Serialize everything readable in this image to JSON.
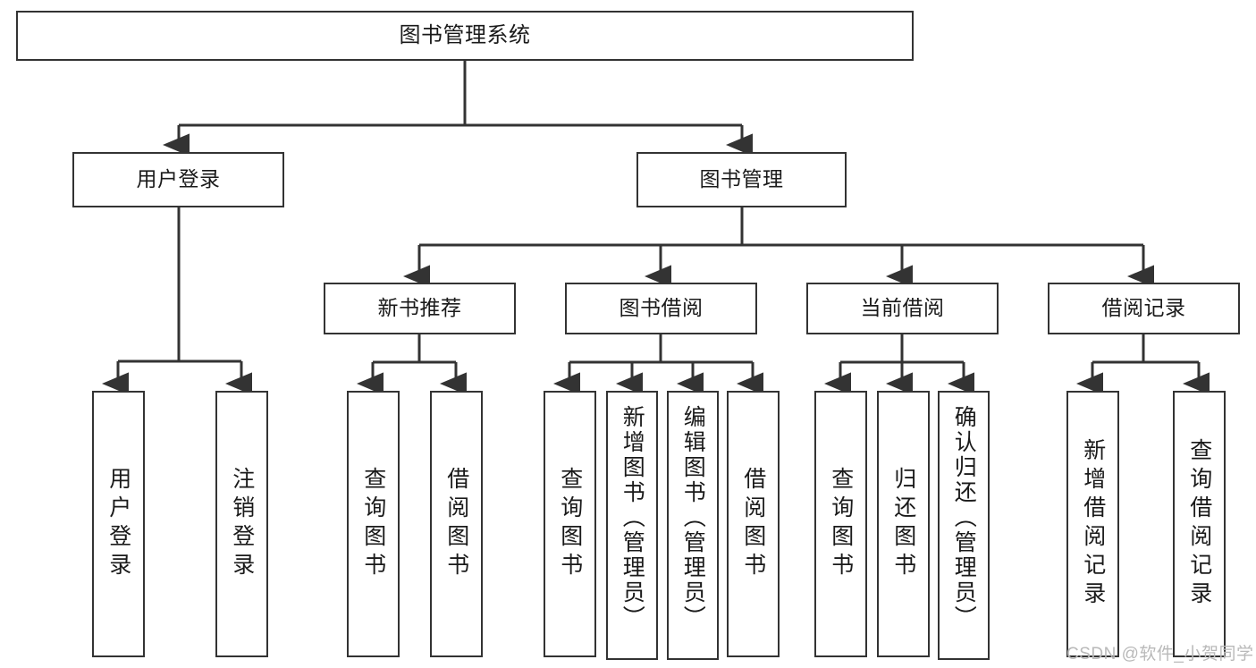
{
  "diagram": {
    "title": "图书管理系统",
    "type": "function-structure-tree",
    "watermark": "CSDN @软件_小贺同学",
    "colors": {
      "node_border": "#333333",
      "node_fill": "#ffffff",
      "edge": "#333333",
      "text": "#1a1a1a",
      "watermark": "#b9b9b9",
      "background": "#ffffff"
    },
    "levels": {
      "root": "图书管理系统",
      "level2": [
        "用户登录",
        "图书管理"
      ],
      "level3": [
        "新书推荐",
        "图书借阅",
        "当前借阅",
        "借阅记录"
      ]
    },
    "nodes": {
      "root": {
        "label": "图书管理系统"
      },
      "user_login": {
        "label": "用户登录"
      },
      "book_manage": {
        "label": "图书管理"
      },
      "new_book_rec": {
        "label": "新书推荐"
      },
      "book_borrow": {
        "label": "图书借阅"
      },
      "current_borrow": {
        "label": "当前借阅"
      },
      "borrow_record": {
        "label": "借阅记录"
      },
      "leaf_user_login": {
        "label": "用户登录"
      },
      "leaf_logout": {
        "label": "注销登录"
      },
      "leaf_query_book_rec": {
        "label": "查询图书"
      },
      "leaf_borrow_book_rec": {
        "label": "借阅图书"
      },
      "leaf_query_book_borrow": {
        "label": "查询图书"
      },
      "leaf_add_book_admin": {
        "label": "新增图书（管理员）"
      },
      "leaf_edit_book_admin": {
        "label": "编辑图书（管理员）"
      },
      "leaf_borrow_book": {
        "label": "借阅图书"
      },
      "leaf_query_book_current": {
        "label": "查询图书"
      },
      "leaf_return_book": {
        "label": "归还图书"
      },
      "leaf_confirm_return_admin": {
        "label": "确认归还（管理员）"
      },
      "leaf_add_borrow_record": {
        "label": "新增借阅记录"
      },
      "leaf_query_borrow_record": {
        "label": "查询借阅记录"
      }
    }
  }
}
